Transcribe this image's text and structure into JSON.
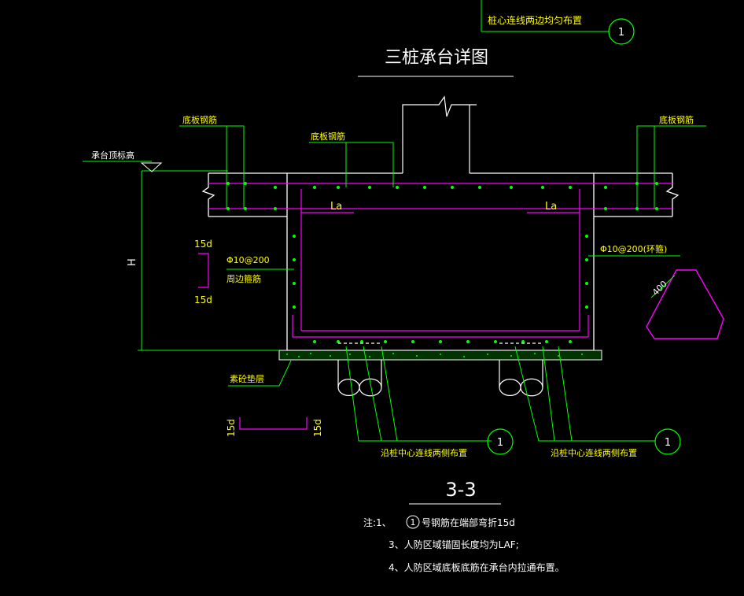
{
  "drawing": {
    "title": "三桩承台详图",
    "section": "3-3"
  },
  "labels": {
    "top_note": "桩心连线两边均匀布置",
    "bottom_rebar_left": "底板钢筋",
    "bottom_rebar_mid": "底板钢筋",
    "bottom_rebar_right": "底板钢筋",
    "cap_top_elev": "承台顶标高",
    "la_left": "La",
    "la_right": "La",
    "stirrup_left": "Φ10@200",
    "stirrup_left_desc": "周边箍筋",
    "stirrup_right": "Φ10@200(环箍)",
    "dim_15d_a": "15d",
    "dim_15d_b": "15d",
    "dim_15d_c": "15d",
    "dim_15d_d": "15d",
    "height": "H",
    "cushion": "素砼垫层",
    "pile_left": "沿桩中心连线两侧布置",
    "pile_right": "沿桩中心连线两侧布置",
    "dim_400": "400"
  },
  "callouts": {
    "top": "1",
    "left": "1",
    "right": "1"
  },
  "notes": {
    "n1_prefix": "注:1、",
    "n1_circle": "1",
    "n1_text": "号钢筋在端部弯折15d",
    "n3": "3、人防区域锚固长度均为LAF;",
    "n4": "4、人防区域底板底筋在承台内拉通布置。"
  },
  "colors": {
    "background": "#000000",
    "green": "#00ff00",
    "white": "#ffffff",
    "magenta": "#ff00ff",
    "yellow": "#ffff00",
    "hatch": "#00ff00"
  }
}
